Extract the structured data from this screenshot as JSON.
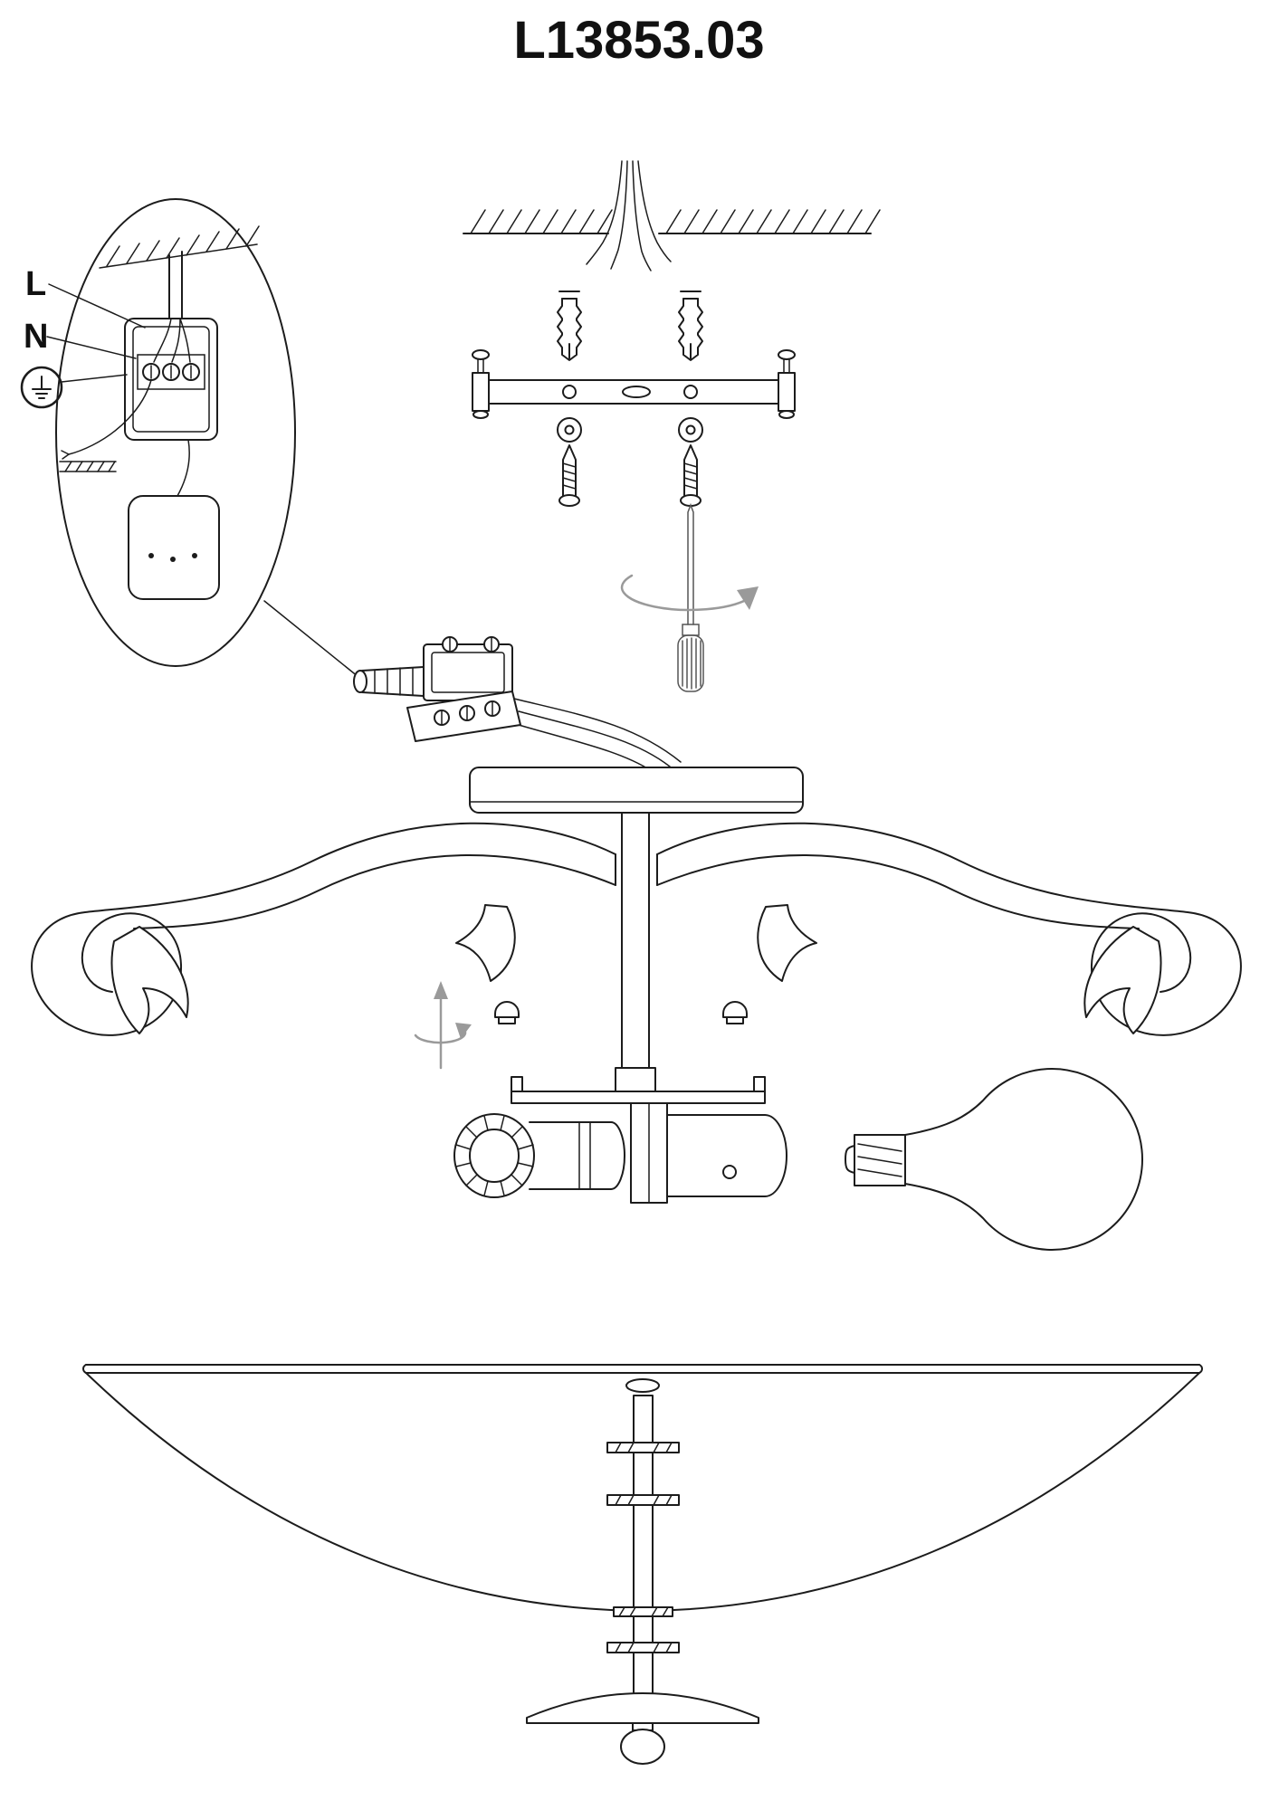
{
  "page": {
    "title": "L13853.03",
    "colors": {
      "background": "#ffffff",
      "line": "#1c1c1c",
      "muted": "#9a9a9a"
    }
  },
  "wiring_callout": {
    "live_label": "L",
    "neutral_label": "N",
    "ground_icon": "earth-ground-icon"
  },
  "components": [
    "ceiling-with-mains-wires",
    "wall-anchor",
    "mounting-bracket",
    "washer",
    "mounting-screw",
    "screwdriver-icon",
    "rotation-arrow-icon",
    "terminal-block-with-wires",
    "ceiling-canopy",
    "center-stem",
    "scroll-arm",
    "cap-nut",
    "lamp-socket",
    "light-bulb-icon",
    "glass-bowl-shade",
    "finial-knob"
  ]
}
